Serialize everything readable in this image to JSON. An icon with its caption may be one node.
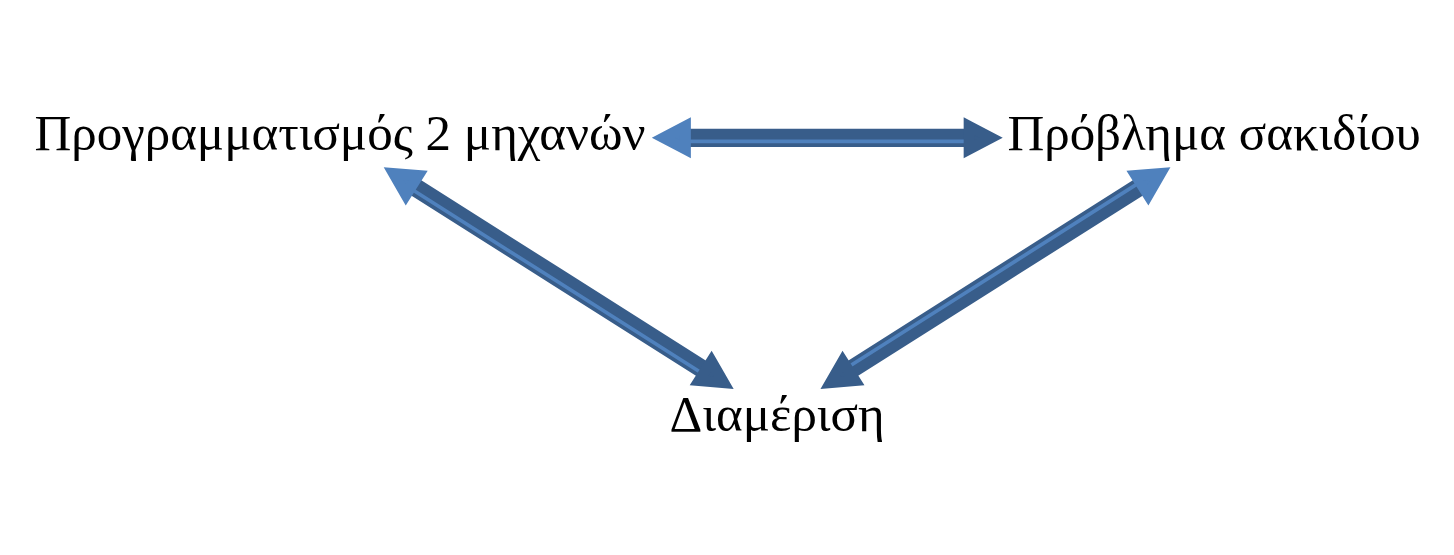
{
  "diagram": {
    "nodes": [
      {
        "text": [
          "Προγραμματισμός 2 μηχανών"
        ]
      },
      {
        "text": [
          "Πρόβλημα σακιδίου"
        ]
      },
      {
        "text": [
          "Διαμέριση"
        ]
      }
    ],
    "edges": [
      {
        "from": 0,
        "to": 1,
        "arrow": "both"
      },
      {
        "from": 0,
        "to": 2,
        "arrow": "both"
      },
      {
        "from": 1,
        "to": 2,
        "arrow": "both"
      }
    ]
  }
}
